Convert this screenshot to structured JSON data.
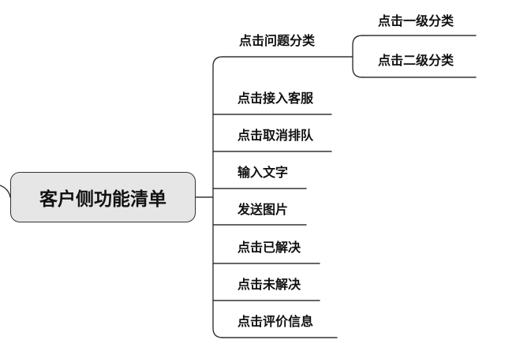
{
  "root": {
    "label": "客户侧功能清单"
  },
  "branches": [
    {
      "label": "点击问题分类",
      "children": [
        {
          "label": "点击一级分类"
        },
        {
          "label": "点击二级分类"
        }
      ]
    },
    {
      "label": "点击接入客服"
    },
    {
      "label": "点击取消排队"
    },
    {
      "label": "输入文字"
    },
    {
      "label": "发送图片"
    },
    {
      "label": "点击已解决"
    },
    {
      "label": "点击未解决"
    },
    {
      "label": "点击评价信息"
    }
  ]
}
